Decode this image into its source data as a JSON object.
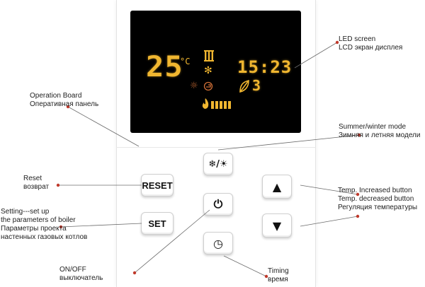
{
  "colors": {
    "screen_bg": "#000000",
    "segment_amber": "#f0b630",
    "leader_red": "#c0392b"
  },
  "screen": {
    "temperature": "25",
    "unit": "°C",
    "clock": "15:23",
    "mode_digit": "3",
    "icons": [
      "radiator-icon",
      "snowflake-icon",
      "sun-icon",
      "tap-icon",
      "flame-icon",
      "level-bars-icon",
      "mode-leaf-icon"
    ]
  },
  "buttons": {
    "reset": "RESET",
    "set": "SET",
    "season": "❄/☀",
    "power": "⏻",
    "timer": "◷",
    "up": "▲",
    "down": "▼"
  },
  "labels": {
    "led_en": "LED screen",
    "led_ru": "LCD экран дисплея",
    "op_en": "Operation Board",
    "op_ru": "Оперативная панель",
    "summer_en": "Summer/winter mode",
    "summer_ru": "Зимняя и летняя модели",
    "reset_en": "Reset",
    "reset_ru": "возврат",
    "setting_en1": "Setting---set up",
    "setting_en2": "the parameters of boiler",
    "setting_ru1": "Параметры проекта",
    "setting_ru2": "настенных газовых котлов",
    "temp_inc": "Temp. Increased button",
    "temp_dec": "Temp. decreased button",
    "temp_ru": "Регуляция температуры",
    "onoff_en": "ON/OFF",
    "onoff_ru": "выключатель",
    "timing_en": "Timing",
    "timing_ru": "время"
  }
}
